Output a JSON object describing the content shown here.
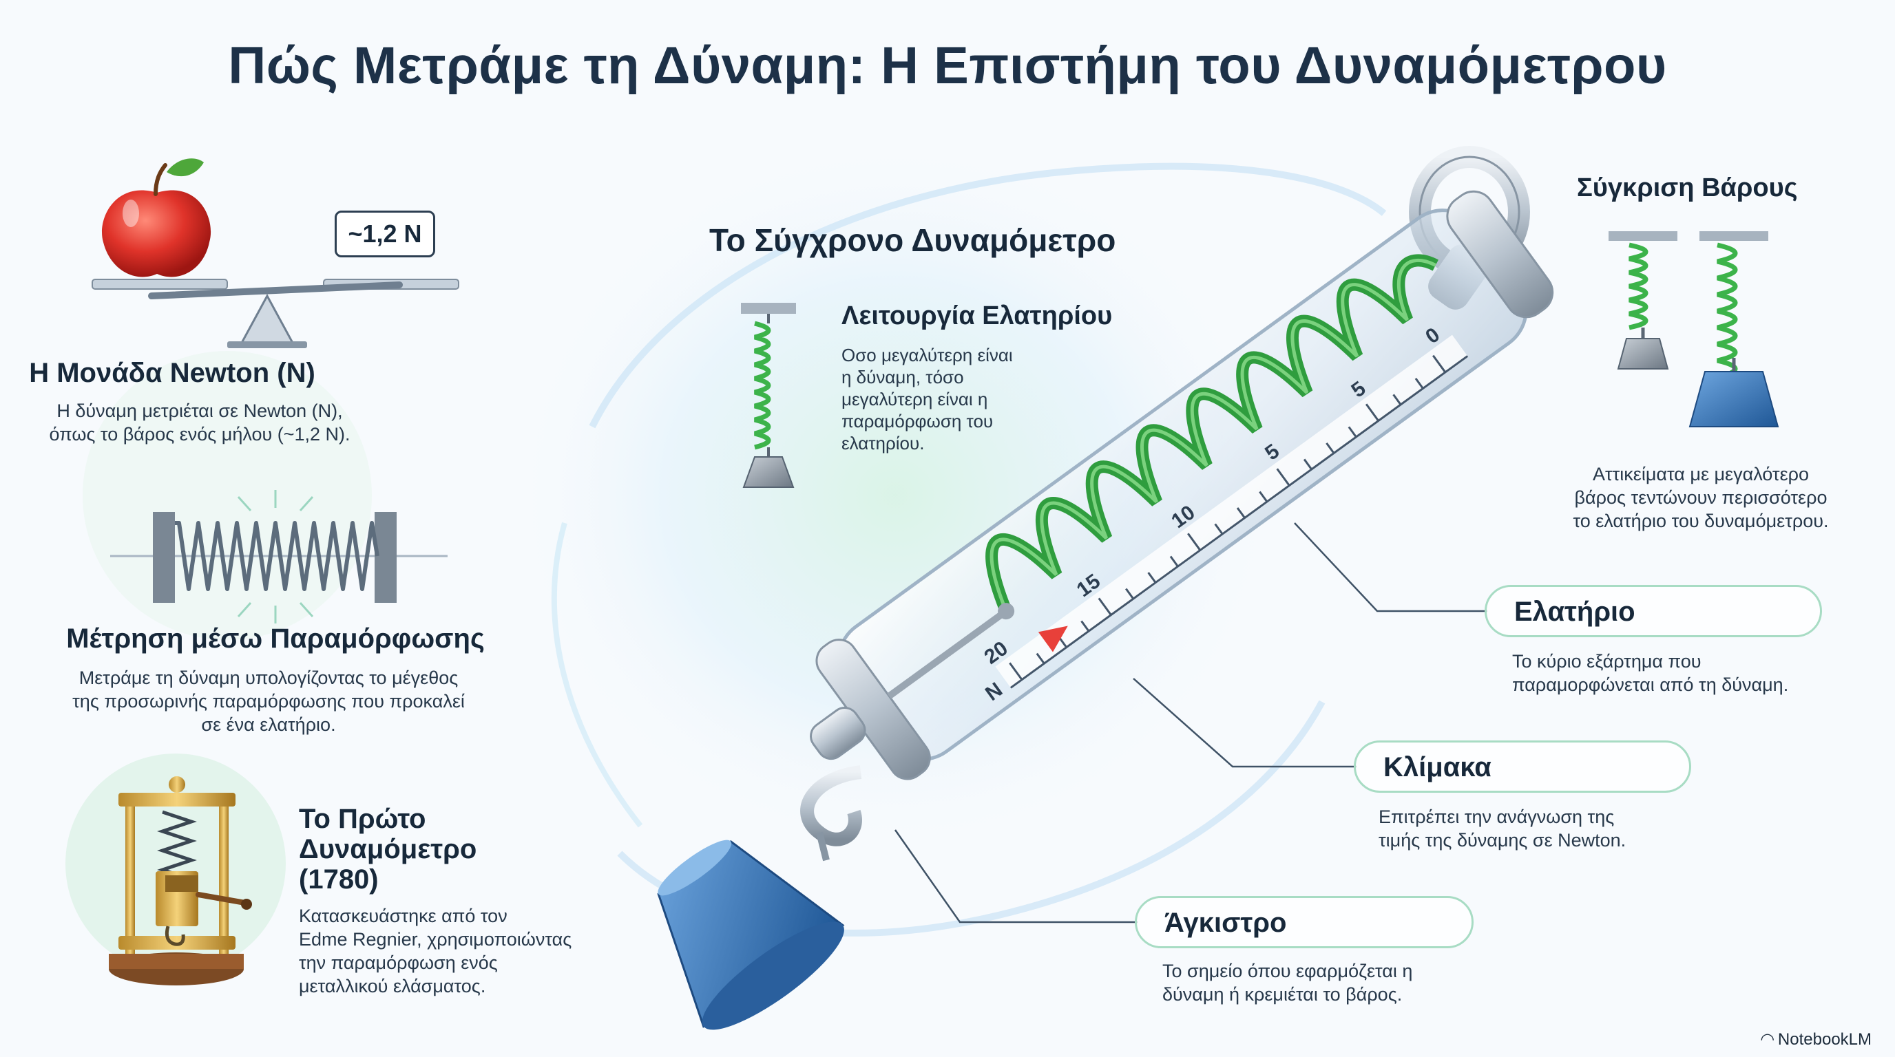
{
  "title": "Πώς Μετράμε τη Δύναμη: Η Επιστήμη του Δυναμόμετρου",
  "newton": {
    "heading": "Η Μονάδα Newton (N)",
    "text": [
      "Η δύναμη μετριέται σε Newton (N),",
      "όπως το βάρος ενός μήλου (~1,2 N)."
    ],
    "scale_tag": "~1,2 N",
    "icons": [
      "apple-icon",
      "balance-scale-icon"
    ]
  },
  "deformation": {
    "heading": "Μέτρηση μέσω Παραμόρφωσης",
    "text": [
      "Μετράμε τη δύναμη υπολογίζοντας το μέγεθος",
      "της προσωρινής παραμόρφωσης που προκαλεί",
      "σε ένα ελατήριο."
    ],
    "icons": [
      "compressed-spring-icon"
    ]
  },
  "first": {
    "heading": [
      "Το Πρώτο",
      "Δυναμόμετρο",
      "(1780)"
    ],
    "text": [
      "Κατασκευάστηκε από τον",
      "Edme Regnier, χρησιμοποιώντας",
      "την παραμόρφωση ενός",
      "μεταλλικού ελάσματος."
    ],
    "icons": [
      "antique-dynamometer-icon"
    ]
  },
  "modern": {
    "heading": "Το Σύγχρονο Δυναμόμετρο"
  },
  "spring_function": {
    "heading": "Λειτουργία Ελατηρίου",
    "text": [
      "Οσο μεγαλύτερη είναι",
      "η δύναμη, τόσο",
      "μεγαλύτερη είναι η",
      "παραμόρφωση του",
      "ελατηρίου."
    ],
    "icons": [
      "hanging-spring-weight-icon"
    ]
  },
  "comparison": {
    "heading": "Σύγκριση Βάρους",
    "text": [
      "Αττικείματα με μεγαλότερο",
      "βάρος τεντώνουν περισσότερο",
      "το ελατήριο του δυναμόμετρου."
    ],
    "icons": [
      "light-weight-spring-icon",
      "heavy-weight-spring-icon"
    ]
  },
  "callouts": {
    "spring": {
      "label": "Ελατήριο",
      "text": [
        "Το κύριο εξάρτημα που",
        "παραμορφώνεται από τη δύναμη."
      ]
    },
    "scale": {
      "label": "Κλίμακα",
      "text": [
        "Επιτρέπει την ανάγνωση της",
        "τιμής της δύναμης σε Newton."
      ]
    },
    "hook": {
      "label": "Άγκιστρο",
      "text": [
        "Το σημείο όπου εφαρμόζεται η",
        "δύναμη ή κρεμιέται το βάρος."
      ]
    }
  },
  "dial_labels": [
    "0",
    "5",
    "5",
    "10",
    "15",
    "20",
    "N"
  ],
  "brand": "NotebookLM",
  "colors": {
    "spring_green": "#3cb34a",
    "hook_blue": "#2f6fb5",
    "indicator_red": "#e8403a",
    "title": "#1d3148"
  }
}
